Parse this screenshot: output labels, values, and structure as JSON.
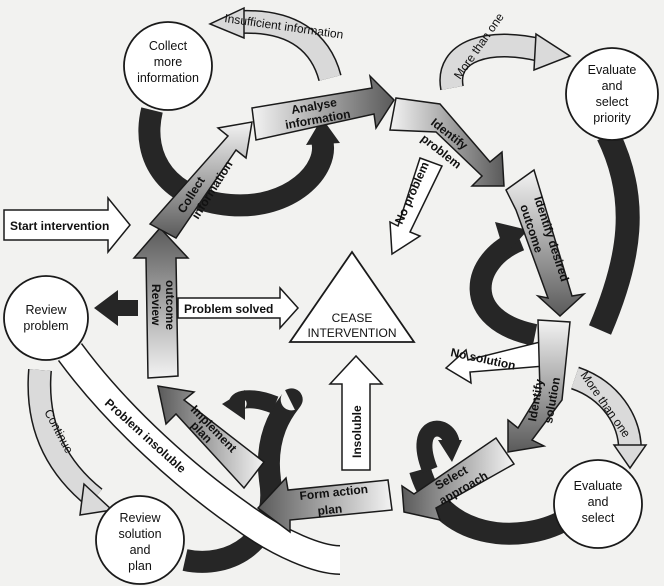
{
  "colors": {
    "background": "#f2f2f0",
    "stroke": "#1a1a1a",
    "dark_arrow": "#262626",
    "grad_light": "#f3f3f3",
    "grad_dark": "#5a5a5a"
  },
  "nodes": {
    "collect_more": [
      "Collect",
      "more",
      "information"
    ],
    "evaluate_select_priority": [
      "Evaluate",
      "and",
      "select",
      "priority"
    ],
    "review_problem": [
      "Review",
      "problem"
    ],
    "evaluate_select": [
      "Evaluate",
      "and",
      "select"
    ],
    "review_solution": [
      "Review",
      "solution",
      "and",
      "plan"
    ],
    "cease": [
      "CEASE",
      "INTERVENTION"
    ]
  },
  "steps": {
    "analyse": [
      "Analyse",
      "information"
    ],
    "identify_problem": [
      "Identify",
      "problem"
    ],
    "identify_outcome": [
      "Identify desired",
      "outcome"
    ],
    "identify_solution": [
      "Identify",
      "solution"
    ],
    "select_approach": [
      "Select",
      "approach"
    ],
    "form_plan": [
      "Form action",
      "plan"
    ],
    "implement": [
      "Implement",
      "plan"
    ],
    "review_outcome": [
      "Review",
      "outcome"
    ],
    "collect": [
      "Collect",
      "information"
    ]
  },
  "arrows": {
    "start": "Start intervention",
    "insufficient": "Insufficient information",
    "more_than_one_top": "More than one",
    "no_problem": "No problem",
    "no_solution": "No solution",
    "more_than_one_right": "More than one",
    "insoluble": "Insoluble",
    "problem_solved": "Problem solved",
    "problem_insoluble": "Problem insoluble",
    "continue": "Continue"
  }
}
